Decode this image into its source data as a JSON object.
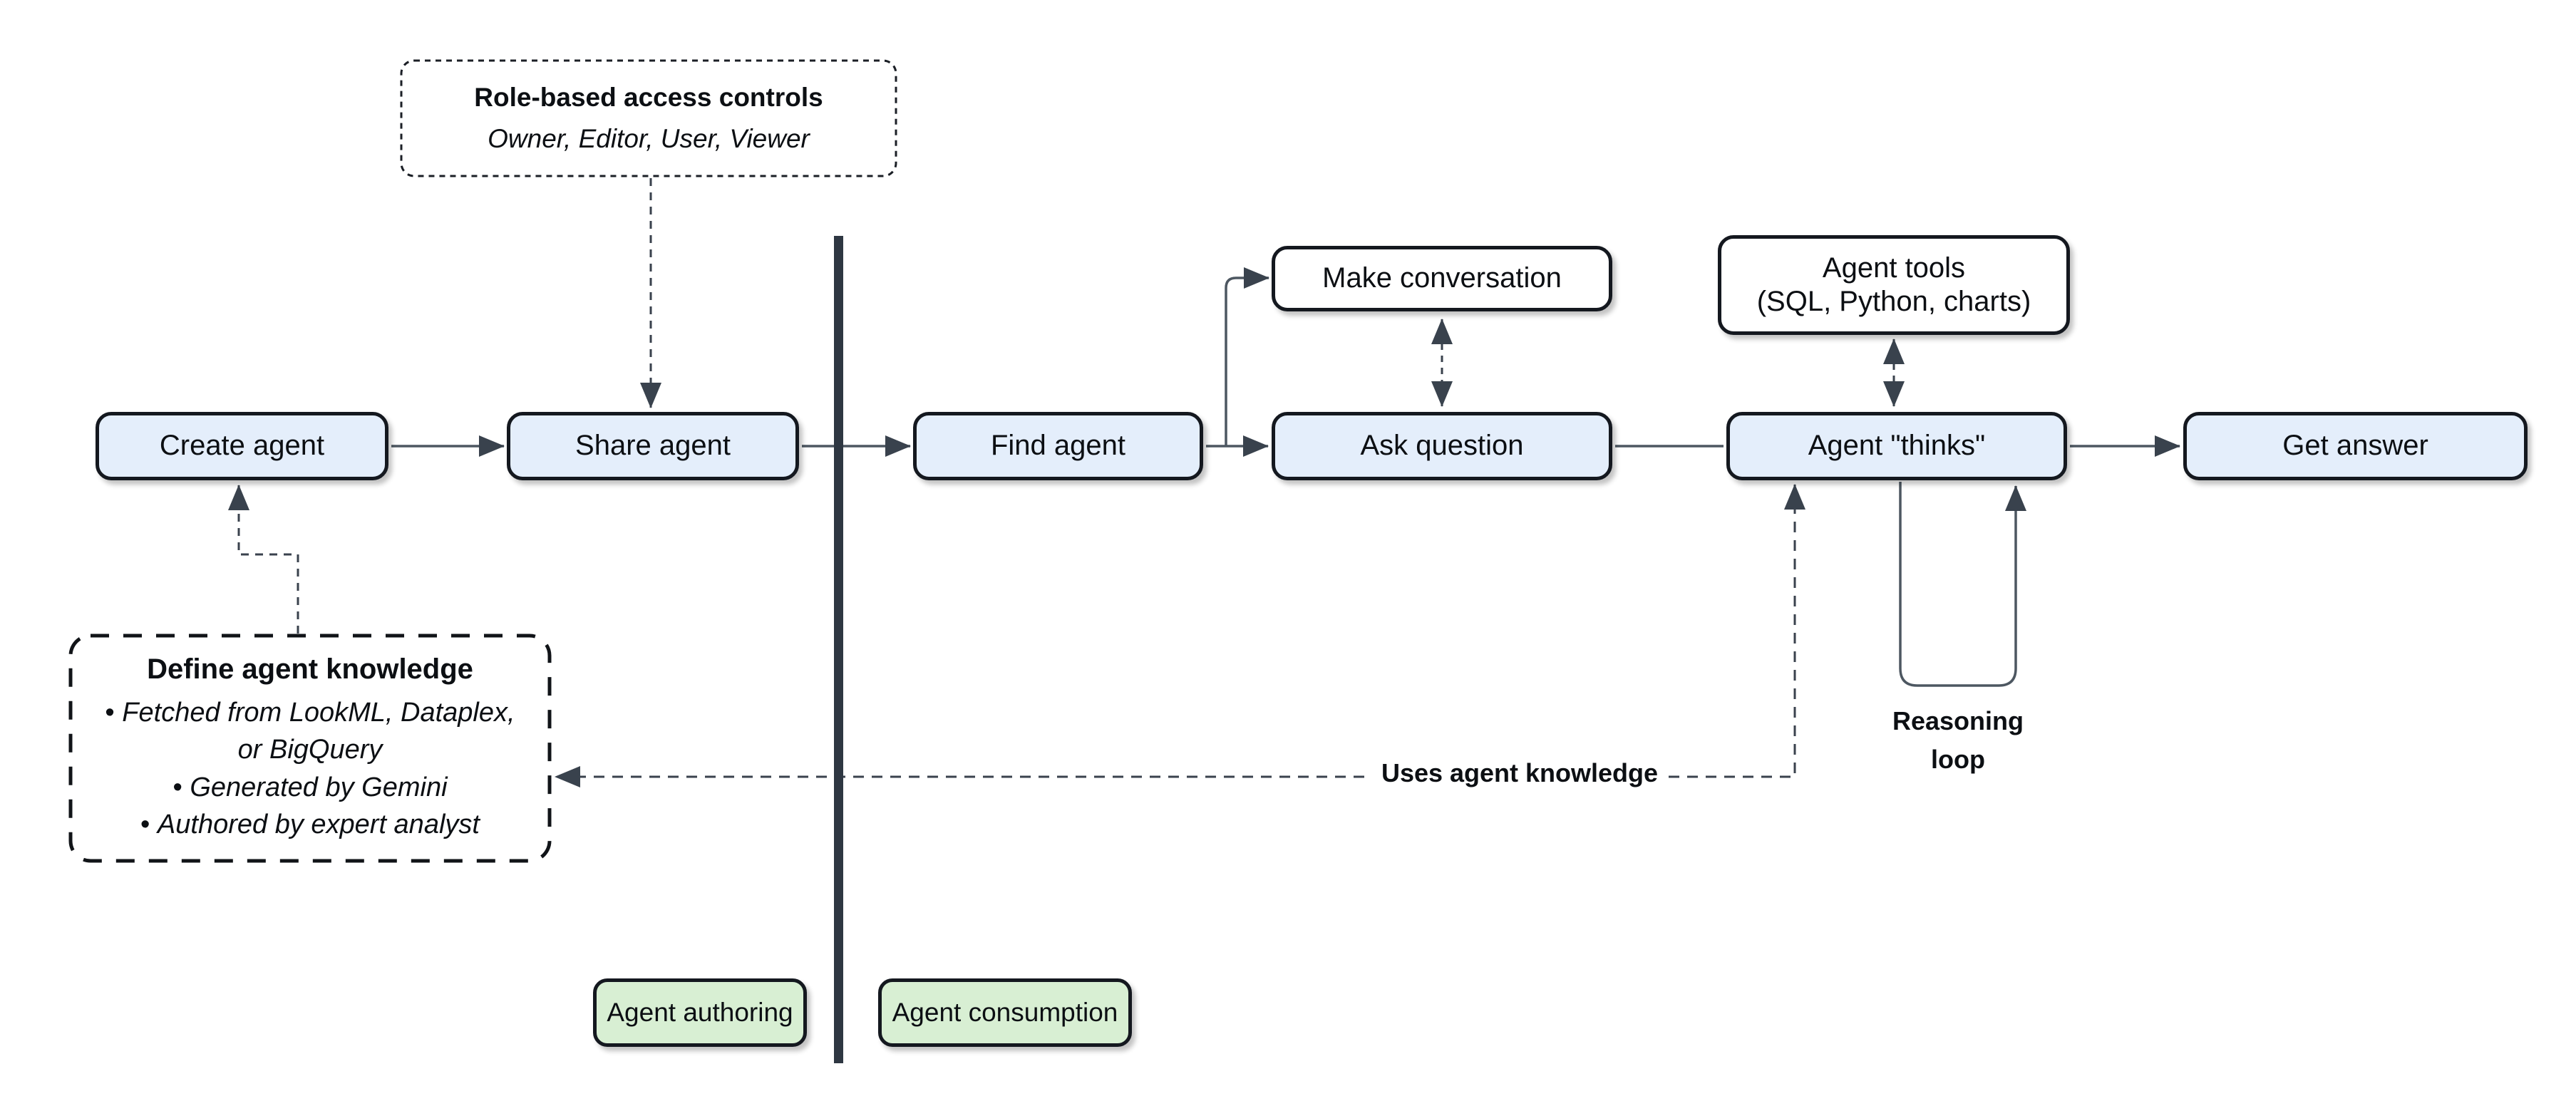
{
  "diagram": {
    "nodes": {
      "create_agent": "Create agent",
      "share_agent": "Share agent",
      "find_agent": "Find agent",
      "make_conversation": "Make conversation",
      "ask_question": "Ask question",
      "agent_tools_line1": "Agent tools",
      "agent_tools_line2": "(SQL, Python, charts)",
      "agent_thinks": "Agent \"thinks\"",
      "get_answer": "Get answer"
    },
    "annotations": {
      "rbac_title": "Role-based access controls",
      "rbac_subtitle": "Owner, Editor, User, Viewer",
      "knowledge_title": "Define agent knowledge",
      "knowledge_items": [
        "Fetched from LookML, Dataplex, or BigQuery",
        "Generated by Gemini",
        "Authored by expert analyst"
      ],
      "uses_knowledge_label": "Uses agent knowledge",
      "reasoning_loop_line1": "Reasoning",
      "reasoning_loop_line2": "loop"
    },
    "lanes": {
      "authoring": "Agent authoring",
      "consumption": "Agent consumption"
    },
    "colors": {
      "step_fill": "#e4eefb",
      "tool_fill": "#ffffff",
      "lane_fill": "#d8efd3",
      "node_border": "#14181f",
      "wire": "#4d5761",
      "arrowhead": "#39424d",
      "divider": "#2e3742",
      "background": "#ffffff"
    }
  }
}
